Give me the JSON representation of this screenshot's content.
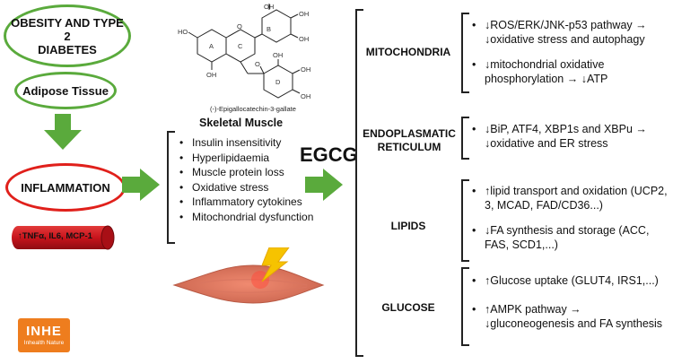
{
  "left": {
    "obesity": "OBESITY AND TYPE 2\nDIABETES",
    "adipose": "Adipose Tissue",
    "inflammation": "INFLAMMATION",
    "cytokines": "↑TNFα, IL6, MCP-1"
  },
  "molecule": {
    "caption": "(-)-Epigallocatechin-3-gallate",
    "rings": [
      "A",
      "C",
      "B",
      "D"
    ],
    "groups": [
      "HO",
      "OH",
      "OH",
      "OH",
      "O",
      "O",
      "OH",
      "OH",
      "OH",
      "OH"
    ]
  },
  "muscle": {
    "title": "Skeletal Muscle",
    "items": [
      "Insulin insensitivity",
      "Hyperlipidaemia",
      "Muscle protein loss",
      "Oxidative stress",
      "Inflammatory cytokines",
      "Mitochondrial dysfunction"
    ]
  },
  "center": {
    "label": "EGCG"
  },
  "categories": [
    {
      "name": "MITOCHONDRIA",
      "items": [
        "↓ROS/ERK/JNK-p53 pathway → ↓oxidative stress and autophagy",
        "↓mitochondrial oxidative phosphorylation → ↓ATP"
      ]
    },
    {
      "name": "ENDOPLASMATIC\nRETICULUM",
      "items": [
        "↓BiP, ATF4, XBP1s and XBPu → ↓oxidative and ER stress"
      ]
    },
    {
      "name": "LIPIDS",
      "items": [
        "↑lipid transport and oxidation (UCP2, 3, MCAD, FAD/CD36...)",
        "↓FA synthesis and storage (ACC, FAS, SCD1,...)"
      ]
    },
    {
      "name": "GLUCOSE",
      "items": [
        "↑Glucose uptake (GLUT4, IRS1,...)",
        "↑AMPK pathway → ↓gluconeogenesis and FA synthesis"
      ]
    }
  ],
  "logo": {
    "name": "INHE",
    "tagline": "Inhealth Nature"
  },
  "colors": {
    "green": "#5aaa3c",
    "red": "#e0201b",
    "cylinder": "#c8141c",
    "logo": "#ee7d1e",
    "muscle": "#e8826a"
  }
}
